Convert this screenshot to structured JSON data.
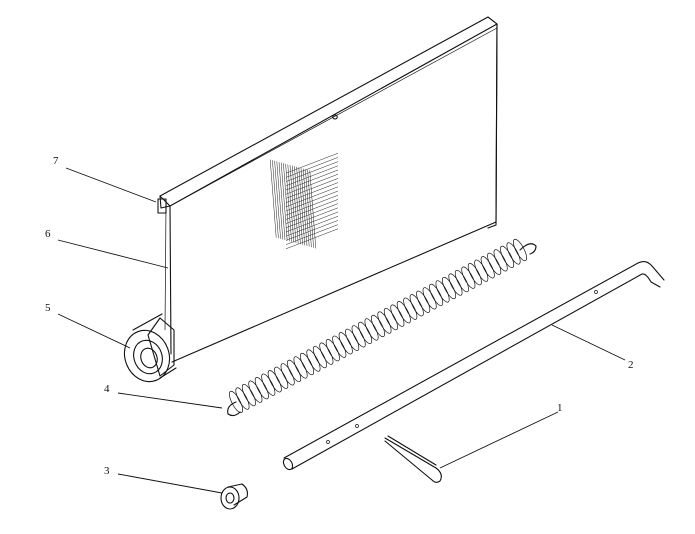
{
  "diagram": {
    "parts": [
      {
        "id": "1",
        "label": "1",
        "icon": "cotter-pin-icon"
      },
      {
        "id": "2",
        "label": "2",
        "icon": "hinge-rod-icon"
      },
      {
        "id": "3",
        "label": "3",
        "icon": "bushing-icon"
      },
      {
        "id": "4",
        "label": "4",
        "icon": "coil-spring-icon"
      },
      {
        "id": "5",
        "label": "5",
        "icon": "roller-tube-icon"
      },
      {
        "id": "6",
        "label": "6",
        "icon": "flap-panel-icon"
      },
      {
        "id": "7",
        "label": "7",
        "icon": "corner-clip-icon"
      }
    ]
  }
}
